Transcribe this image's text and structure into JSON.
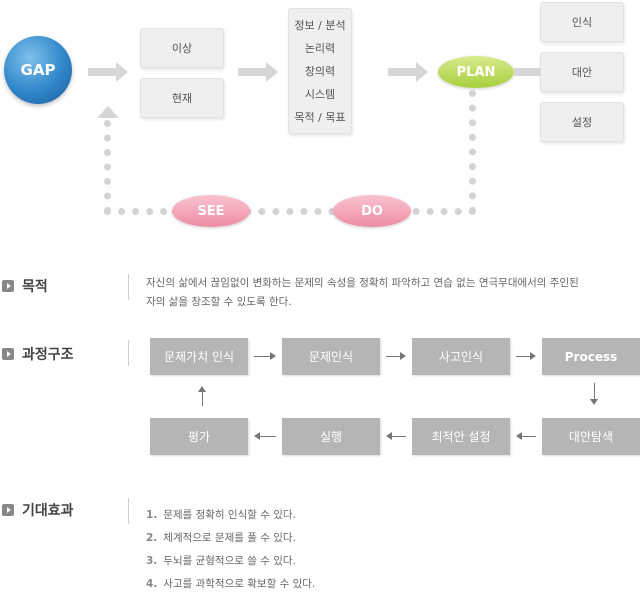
{
  "diagram": {
    "gap": "GAP",
    "ideal": "이상",
    "current": "현재",
    "analysis_lines": [
      "정보 / 분석",
      "논리력",
      "창의력",
      "시스템",
      "목적 / 목표"
    ],
    "plan": "PLAN",
    "plan_items": [
      "인식",
      "대안",
      "설정"
    ],
    "see": "SEE",
    "do": "DO"
  },
  "sections": {
    "purpose": {
      "title": "목적",
      "text_line1": "자신의 삶에서 끊임없이 변화하는 문제의 속성을 정확히 파악하고 연습 없는 연극무대에서의 주인된",
      "text_line2": "자의 삶을 창조할 수 있도록 한다."
    },
    "process": {
      "title": "과정구조",
      "steps": {
        "problem_value": "문제가치 인식",
        "problem_recognition": "문제인식",
        "thinking_recognition": "사고인식",
        "process": "Process",
        "alternative_search": "대안탐색",
        "optimal_setting": "최적안 설정",
        "execution": "실행",
        "evaluation": "평가"
      }
    },
    "effects": {
      "title": "기대효과",
      "items": [
        {
          "num": "1.",
          "text": "문제를 정확히 인식할 수 있다."
        },
        {
          "num": "2.",
          "text": "체계적으로 문제를 풀 수 있다."
        },
        {
          "num": "3.",
          "text": "두뇌를 균형적으로 쓸 수 있다."
        },
        {
          "num": "4.",
          "text": "사고를 과학적으로 확보할 수 있다."
        }
      ]
    }
  },
  "colors": {
    "gap_blue": "#2f86c9",
    "plan_green": "#a7cf3a",
    "see_do_pink": "#ee8ca5",
    "box_gray": "#efefef",
    "process_gray": "#b5b5b5"
  }
}
